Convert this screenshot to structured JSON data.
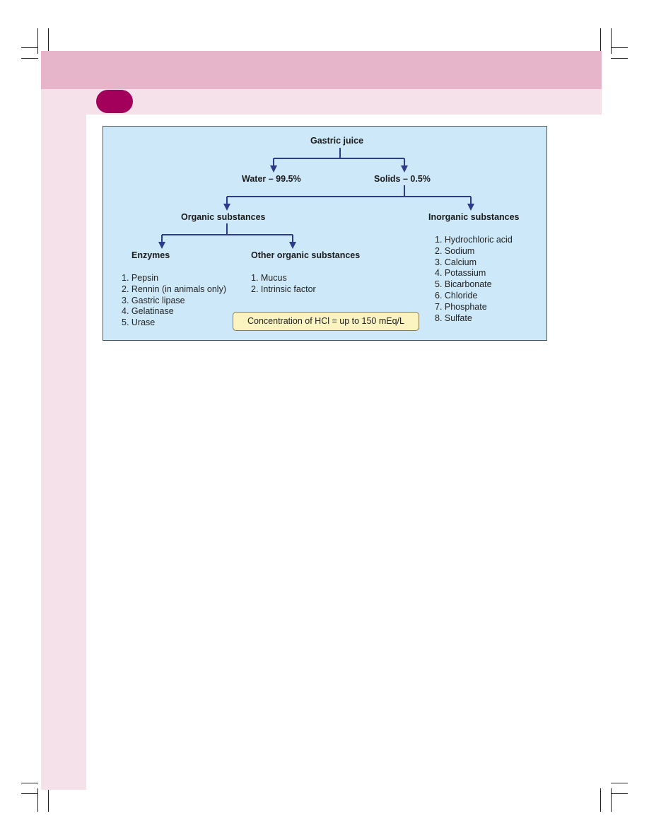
{
  "diagram": {
    "root": "Gastric juice",
    "water": "Water – 99.5%",
    "solids": "Solids – 0.5%",
    "organic": "Organic substances",
    "inorganic": "Inorganic substances",
    "enzymes": "Enzymes",
    "other_organic": "Other organic substances",
    "enzymes_list": [
      "1. Pepsin",
      "2. Rennin (in animals only)",
      "3. Gastric lipase",
      "4. Gelatinase",
      "5. Urase"
    ],
    "other_organic_list": [
      "1. Mucus",
      "2. Intrinsic factor"
    ],
    "inorganic_list": [
      "1. Hydrochloric acid",
      "2. Sodium",
      "3. Calcium",
      "4. Potassium",
      "5. Bicarbonate",
      "6. Chloride",
      "7. Phosphate",
      "8. Sulfate"
    ],
    "hcl_note": "Concentration of HCl = up to 150 mEq/L"
  },
  "colors": {
    "header_band": "#e6b5ca",
    "sub_band": "#f5e1ea",
    "accent_pill": "#a3005c",
    "diagram_bg": "#cde9f9",
    "arrow": "#2e3a8c",
    "note_bg": "#fbf4c0"
  }
}
